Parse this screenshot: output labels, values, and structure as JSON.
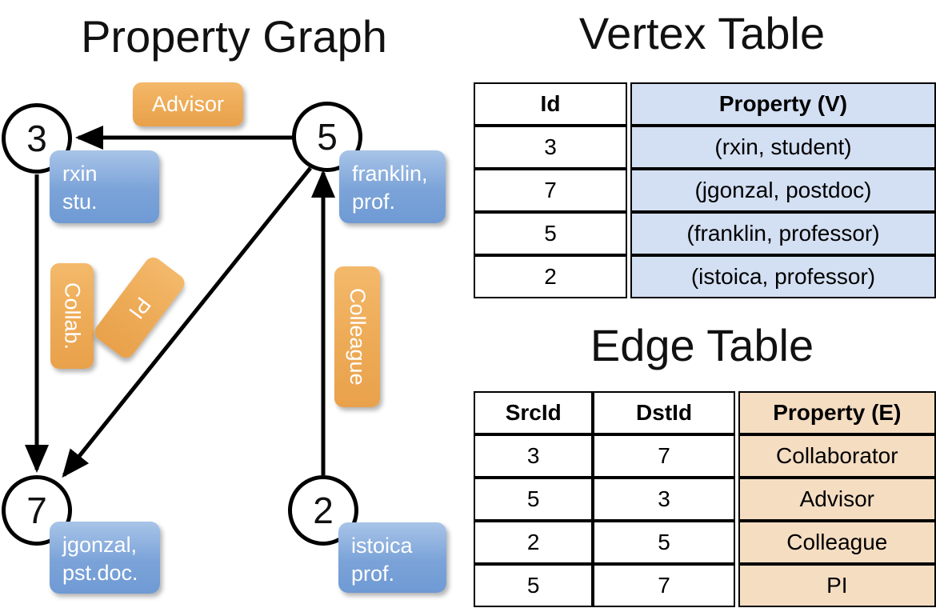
{
  "titles": {
    "property_graph": "Property Graph",
    "vertex_table": "Vertex Table",
    "edge_table": "Edge Table"
  },
  "colors": {
    "vertex_cell_blue": "#d3dff2",
    "edge_cell_orange": "#f5ddc2",
    "property_box_blue": "#7ba3d8",
    "edge_label_orange": "#eeac58",
    "stroke_black": "#000000"
  },
  "graph": {
    "nodes": [
      {
        "id": "3",
        "name": "node-3",
        "property_lines": [
          "rxin",
          "stu."
        ]
      },
      {
        "id": "5",
        "name": "node-5",
        "property_lines": [
          "franklin,",
          "prof."
        ]
      },
      {
        "id": "7",
        "name": "node-7",
        "property_lines": [
          "jgonzal,",
          "pst.doc."
        ]
      },
      {
        "id": "2",
        "name": "node-2",
        "property_lines": [
          "istoica",
          "prof."
        ]
      }
    ],
    "node_property_boxes": {
      "rxin": {
        "line1": "rxin",
        "line2": "stu."
      },
      "franklin": {
        "line1": "franklin,",
        "line2": "prof."
      },
      "jgonzal": {
        "line1": "jgonzal,",
        "line2": "pst.doc."
      },
      "istoica": {
        "line1": "istoica",
        "line2": "prof."
      }
    },
    "edges": [
      {
        "src": "5",
        "dst": "3",
        "label": "Advisor"
      },
      {
        "src": "3",
        "dst": "7",
        "label": "Collab."
      },
      {
        "src": "5",
        "dst": "7",
        "label": "PI"
      },
      {
        "src": "2",
        "dst": "5",
        "label": "Colleague"
      }
    ],
    "edge_labels": {
      "advisor": "Advisor",
      "collab": "Collab.",
      "pi": "PI",
      "colleague": "Colleague"
    }
  },
  "vertex_table": {
    "headers": [
      "Id",
      "Property (V)"
    ],
    "rows": [
      {
        "id": "3",
        "property": "(rxin, student)"
      },
      {
        "id": "7",
        "property": "(jgonzal, postdoc)"
      },
      {
        "id": "5",
        "property": "(franklin, professor)"
      },
      {
        "id": "2",
        "property": "(istoica, professor)"
      }
    ]
  },
  "edge_table": {
    "headers": [
      "SrcId",
      "DstId",
      "Property (E)"
    ],
    "rows": [
      {
        "src": "3",
        "dst": "7",
        "property": "Collaborator"
      },
      {
        "src": "5",
        "dst": "3",
        "property": "Advisor"
      },
      {
        "src": "2",
        "dst": "5",
        "property": "Colleague"
      },
      {
        "src": "5",
        "dst": "7",
        "property": "PI"
      }
    ]
  }
}
